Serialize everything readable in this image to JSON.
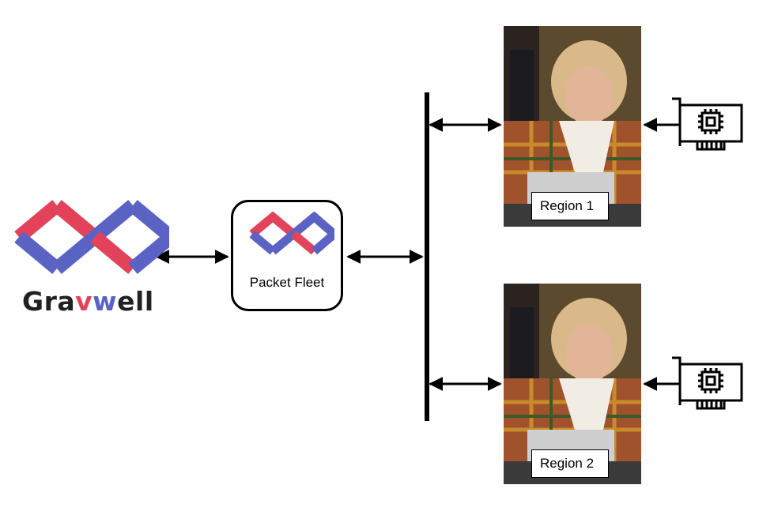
{
  "logo": {
    "text_parts": [
      "Gra",
      "v",
      "w",
      "ell"
    ],
    "colors": {
      "red": "#e2435a",
      "blue": "#5a63c4"
    }
  },
  "packet_fleet": {
    "label": "Packet Fleet"
  },
  "regions": [
    {
      "label": "Region 1"
    },
    {
      "label": "Region 2"
    }
  ],
  "icons": {
    "nic": "network-card-icon",
    "logo": "gravwell-logo-icon"
  }
}
